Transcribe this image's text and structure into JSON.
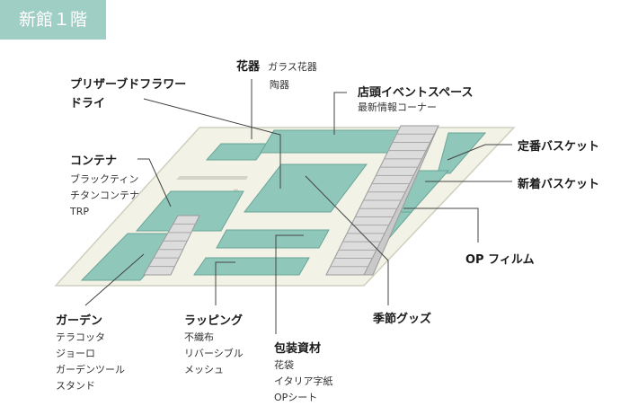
{
  "floor_title": "新館１階",
  "colors": {
    "title_bg": "#9fcfc4",
    "floor_fill": "#f2f3e6",
    "floor_edge": "#cfcfbf",
    "area_fill": "#8fc7ba",
    "area_edge": "#6aa597",
    "stair_fill": "#dcdcdc",
    "leader": "#444444"
  },
  "labels": {
    "preserved": {
      "title_lines": [
        "プリザーブドフラワー",
        "ドライ"
      ]
    },
    "kaki": {
      "title": "花器",
      "items": [
        "ガラス花器",
        "陶器"
      ]
    },
    "event": {
      "title": "店頭イベントスペース",
      "items": [
        "最新情報コーナー"
      ]
    },
    "teiban": {
      "title": "定番バスケット"
    },
    "shinchaku": {
      "title": "新着バスケット"
    },
    "container": {
      "title": "コンテナ",
      "items": [
        "ブラックティン",
        "チタンコンテナ",
        "TRP"
      ]
    },
    "op_film": {
      "title": "OP フィルム"
    },
    "garden": {
      "title": "ガーデン",
      "items": [
        "テラコッタ",
        "ジョーロ",
        "ガーデンツール",
        "スタンド"
      ]
    },
    "wrapping": {
      "title": "ラッピング",
      "items": [
        "不織布",
        "リバーシブル",
        "メッシュ"
      ]
    },
    "packaging": {
      "title": "包装資材",
      "items": [
        "花袋",
        "イタリア字紙",
        "OPシート"
      ]
    },
    "kisetsu": {
      "title": "季節グッズ"
    }
  }
}
